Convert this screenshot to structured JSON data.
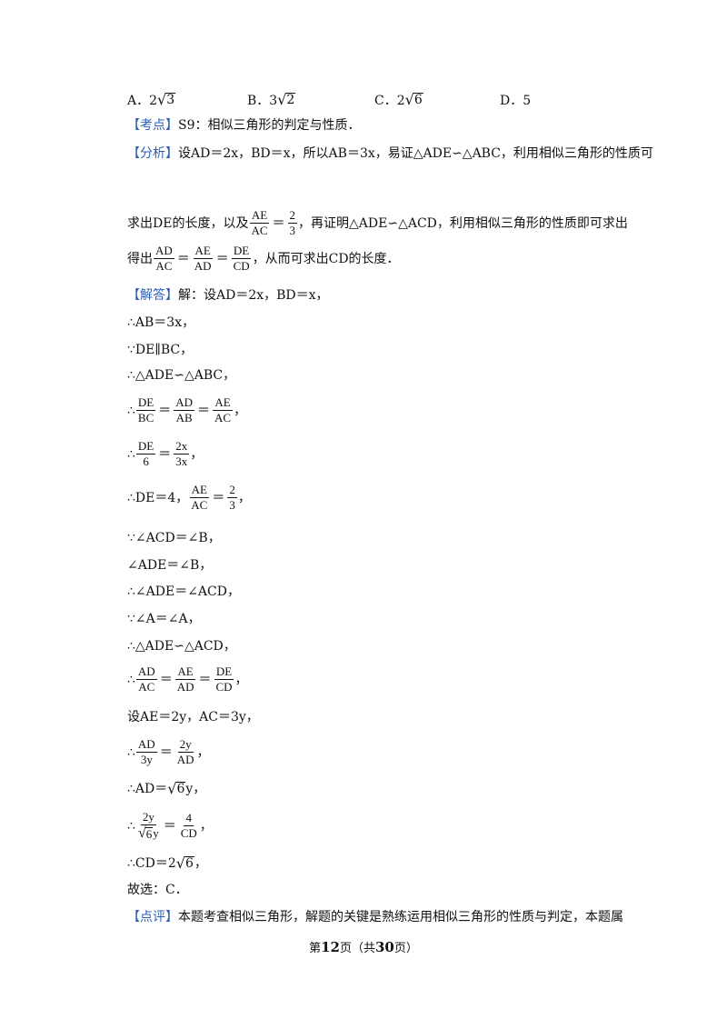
{
  "choices": {
    "a": {
      "label": "A．",
      "coef": "2",
      "radicand": "3"
    },
    "b": {
      "label": "B．",
      "coef": "3",
      "radicand": "2"
    },
    "c": {
      "label": "C．",
      "coef": "2",
      "radicand": "6"
    },
    "d": {
      "label": "D．",
      "value": "5"
    }
  },
  "kaodian": {
    "tag": "【考点】",
    "text": "S9：相似三角形的判定与性质．"
  },
  "fenxi": {
    "tag": "【分析】",
    "line1": "设AD＝2x，BD＝x，所以AB＝3x，易证△ADE∽△ABC，利用相似三角形的性质可",
    "line2_pre": "求出DE的长度，以及",
    "line2_post": "，再证明△ADE∽△ACD，利用相似三角形的性质即可求出",
    "line3_pre": "得出",
    "line3_post": "，从而可求出CD的长度．"
  },
  "jieda": {
    "tag": "【解答】",
    "text": "解：设AD＝2x，BD＝x，"
  },
  "steps": {
    "s1": "∴AB＝3x，",
    "s2": "∵DE∥BC，",
    "s3": "∴△ADE∽△ABC，",
    "s6_pre": "∴DE＝4，",
    "s7": "∵∠ACD＝∠B，",
    "s8": "∠ADE＝∠B，",
    "s9": "∴∠ADE＝∠ACD，",
    "s10": "∵∠A＝∠A，",
    "s11": "∴△ADE∽△ACD，",
    "s13": "设AE＝2y，AC＝3y，",
    "s15_pre": "∴AD＝",
    "s15_rad": "6",
    "s15_post": "y，",
    "s17_pre": "∴CD＝2",
    "s17_rad": "6",
    "s17_post": "，",
    "s18": "故选：C．"
  },
  "therefore": "∴",
  "equals": "＝",
  "comma": "，",
  "fracs": {
    "AE": "AE",
    "AC": "AC",
    "AD": "AD",
    "DE": "DE",
    "CD": "CD",
    "BC": "BC",
    "AB": "AB",
    "two": "2",
    "three": "3",
    "six": "6",
    "four": "4",
    "twox": "2x",
    "threex": "3x",
    "twoy": "2y",
    "threey": "3y",
    "y": "y"
  },
  "dianping": {
    "tag": "【点评】",
    "text": "本题考查相似三角形，解题的关键是熟练运用相似三角形的性质与判定，本题属"
  },
  "footer": {
    "pre": "第",
    "page": "12",
    "mid": "页（共",
    "total": "30",
    "post": "页）"
  }
}
